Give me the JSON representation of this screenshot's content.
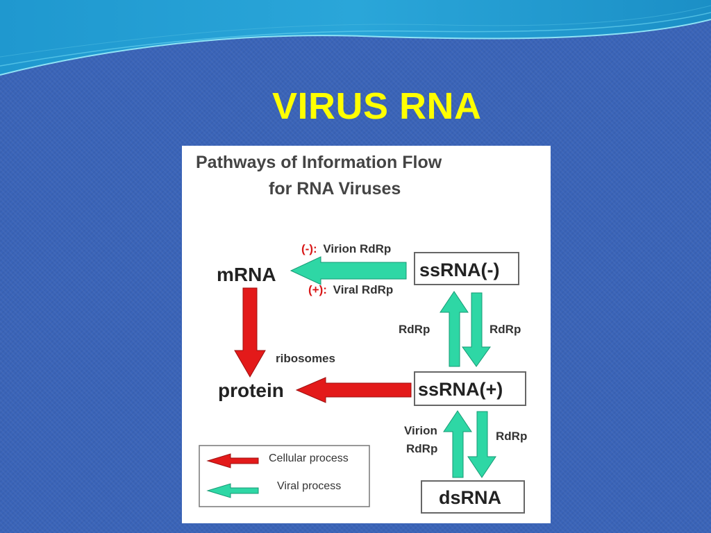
{
  "slide": {
    "title": "VIRUS RNA"
  },
  "diagram": {
    "heading_line1": "Pathways of Information Flow",
    "heading_line2": "for RNA Viruses",
    "nodes": {
      "mrna": "mRNA",
      "protein": "protein",
      "ssrna_minus": "ssRNA(-)",
      "ssrna_plus": "ssRNA(+)",
      "dsrna": "dsRNA"
    },
    "arrow_labels": {
      "minus_prefix": "(-):",
      "minus_enzyme": "Virion RdRp",
      "plus_prefix": "(+):",
      "plus_enzyme": "Viral RdRp",
      "ribosomes": "ribosomes",
      "rdrp_up_left": "RdRp",
      "rdrp_down_right": "RdRp",
      "virion_line1": "Virion",
      "virion_line2": "RdRp",
      "rdrp_lower_right": "RdRp"
    },
    "legend": {
      "cellular": "Cellular process",
      "viral": "Viral process"
    },
    "colors": {
      "cellular_arrow": "#e31a1a",
      "viral_arrow": "#2ed7a5",
      "prefix_red": "#d81818"
    }
  }
}
